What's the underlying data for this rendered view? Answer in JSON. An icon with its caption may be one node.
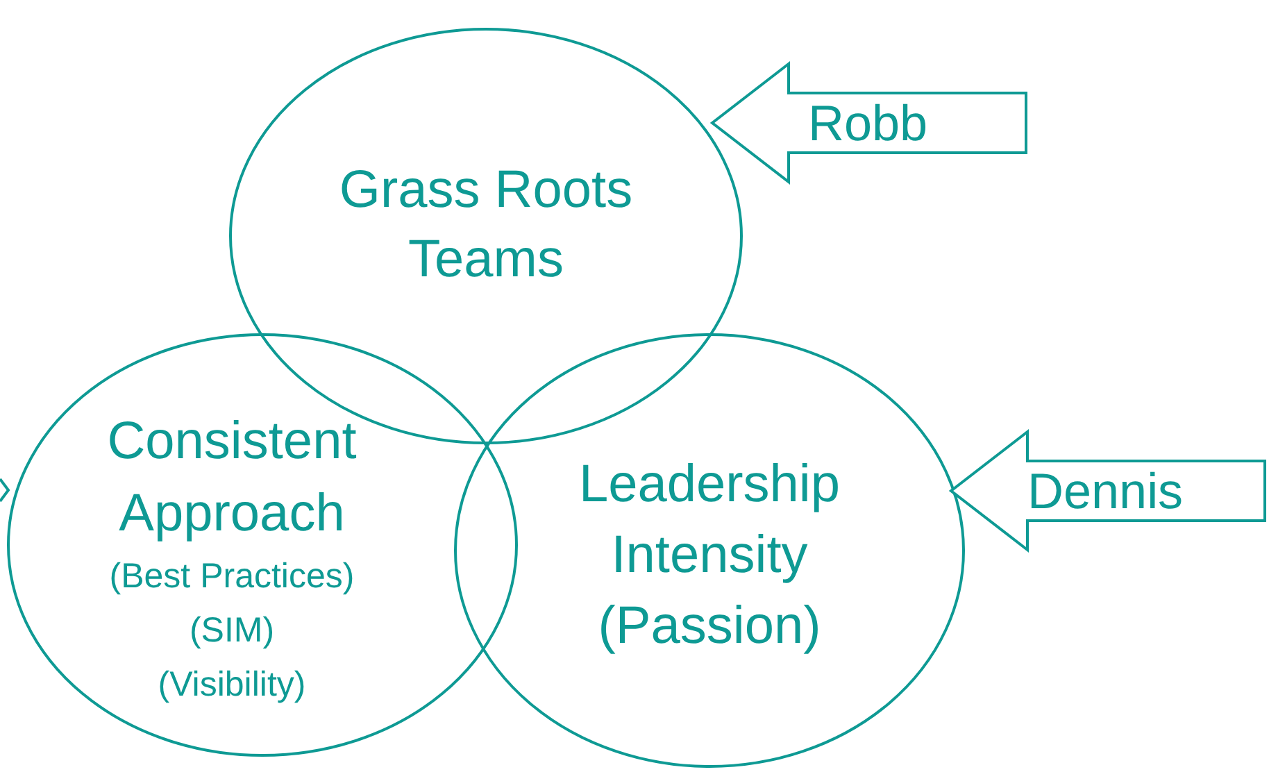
{
  "diagram": {
    "nodes": [
      {
        "text": [
          "Grass Roots Teams"
        ]
      },
      {
        "text": [
          "Consistent Approach",
          "(Best Practices)",
          "(SIM)",
          "(Visibility)"
        ]
      },
      {
        "text": [
          "Leadership Intensity (Passion)"
        ]
      },
      {
        "text": [
          "Robb"
        ]
      },
      {
        "text": [
          "Dennis"
        ]
      }
    ]
  }
}
